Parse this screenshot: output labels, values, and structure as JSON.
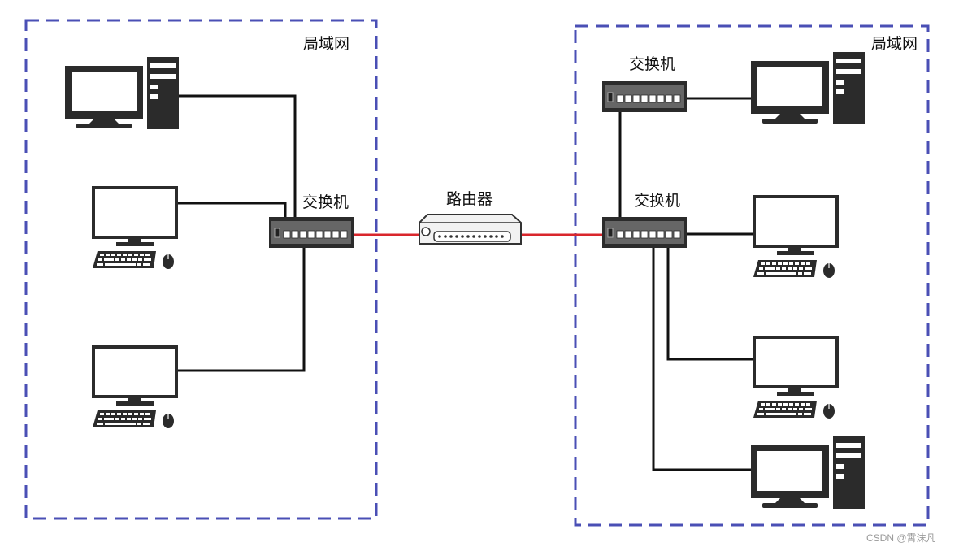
{
  "diagram": {
    "lan_left_label": "局域网",
    "lan_right_label": "局域网",
    "switch_left_label": "交换机",
    "switch_right_top_label": "交换机",
    "switch_right_main_label": "交换机",
    "router_label": "路由器",
    "watermark": "CSDN @霄沫凡"
  },
  "colors": {
    "lan_border": "#4a4fb5",
    "device": "#2b2b2b",
    "cable": "#111111",
    "wan_cable": "#d9262c"
  },
  "icons": [
    "desktop-tower-icon",
    "monitor-icon",
    "keyboard-icon",
    "mouse-icon",
    "switch-icon",
    "router-icon"
  ]
}
